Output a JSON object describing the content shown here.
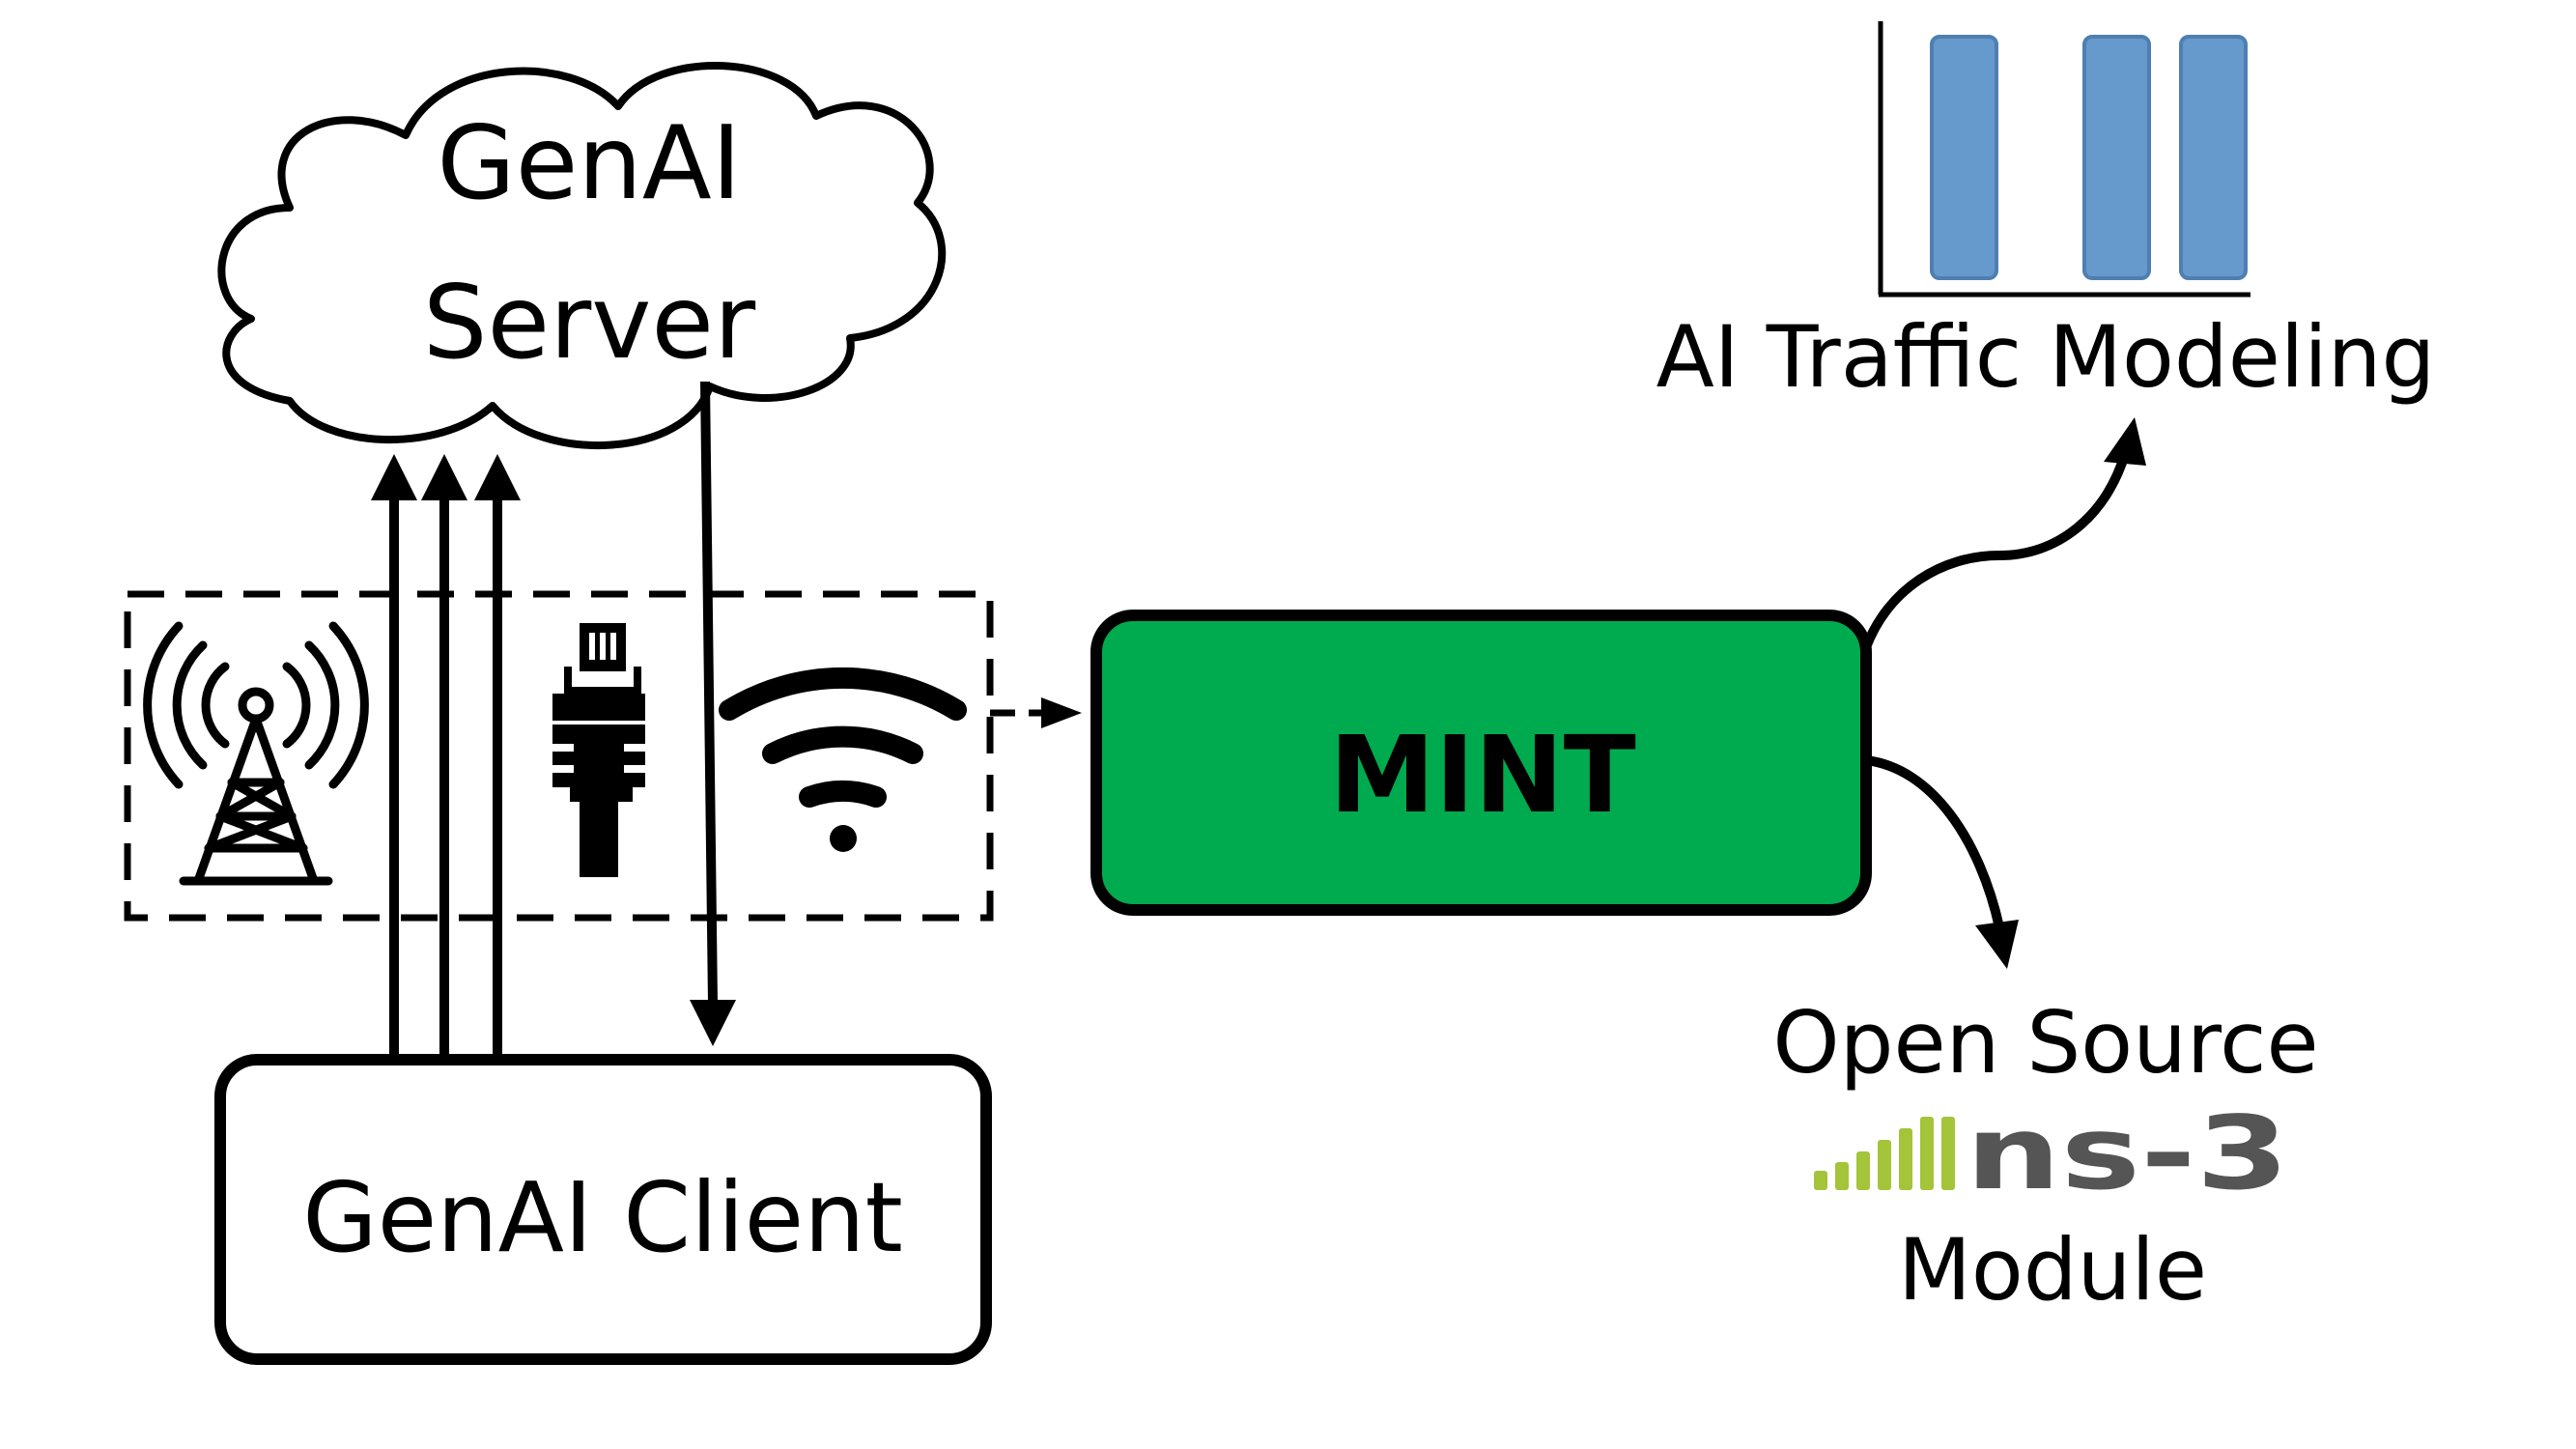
{
  "server": {
    "line1": "GenAI",
    "line2": "Server"
  },
  "client": {
    "label": "GenAI Client"
  },
  "mint": {
    "label": "MINT",
    "fill_color": "#00AA4F"
  },
  "traffic_modeling": {
    "label": "AI Traffic Modeling",
    "bar_color": "#6699CC",
    "bar_stroke": "#4F7FB0"
  },
  "ns3_module": {
    "line1": "Open Source",
    "logo_text": "ns-3",
    "line2": "Module",
    "logo_signal_color": "#A4C43A",
    "logo_text_color": "#555555"
  },
  "access_icons": [
    "cell-tower-icon",
    "ethernet-plug-icon",
    "wifi-icon"
  ]
}
